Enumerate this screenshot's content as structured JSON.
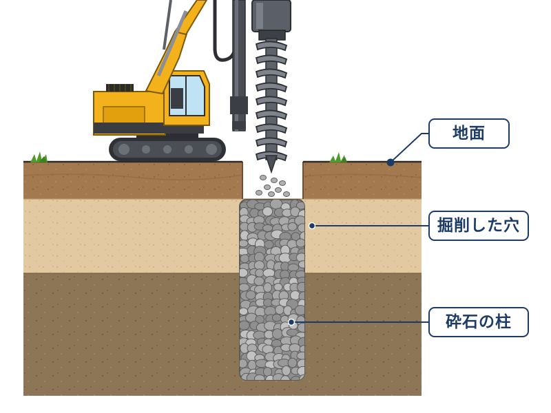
{
  "labels": {
    "ground": "地面",
    "hole": "掘削した穴",
    "column": "砕石の柱"
  },
  "colors": {
    "callout": "#1c3b66",
    "topsoil": "#a37a4f",
    "sand_layer": "#e3c9a1",
    "deep_layer": "#8c7656",
    "machine_yellow": "#f3b11c",
    "gravel": "#9b9b9b",
    "grass": "#4f9a2a"
  },
  "icons": [
    "excavator-icon",
    "auger-icon",
    "gravel-icon"
  ]
}
